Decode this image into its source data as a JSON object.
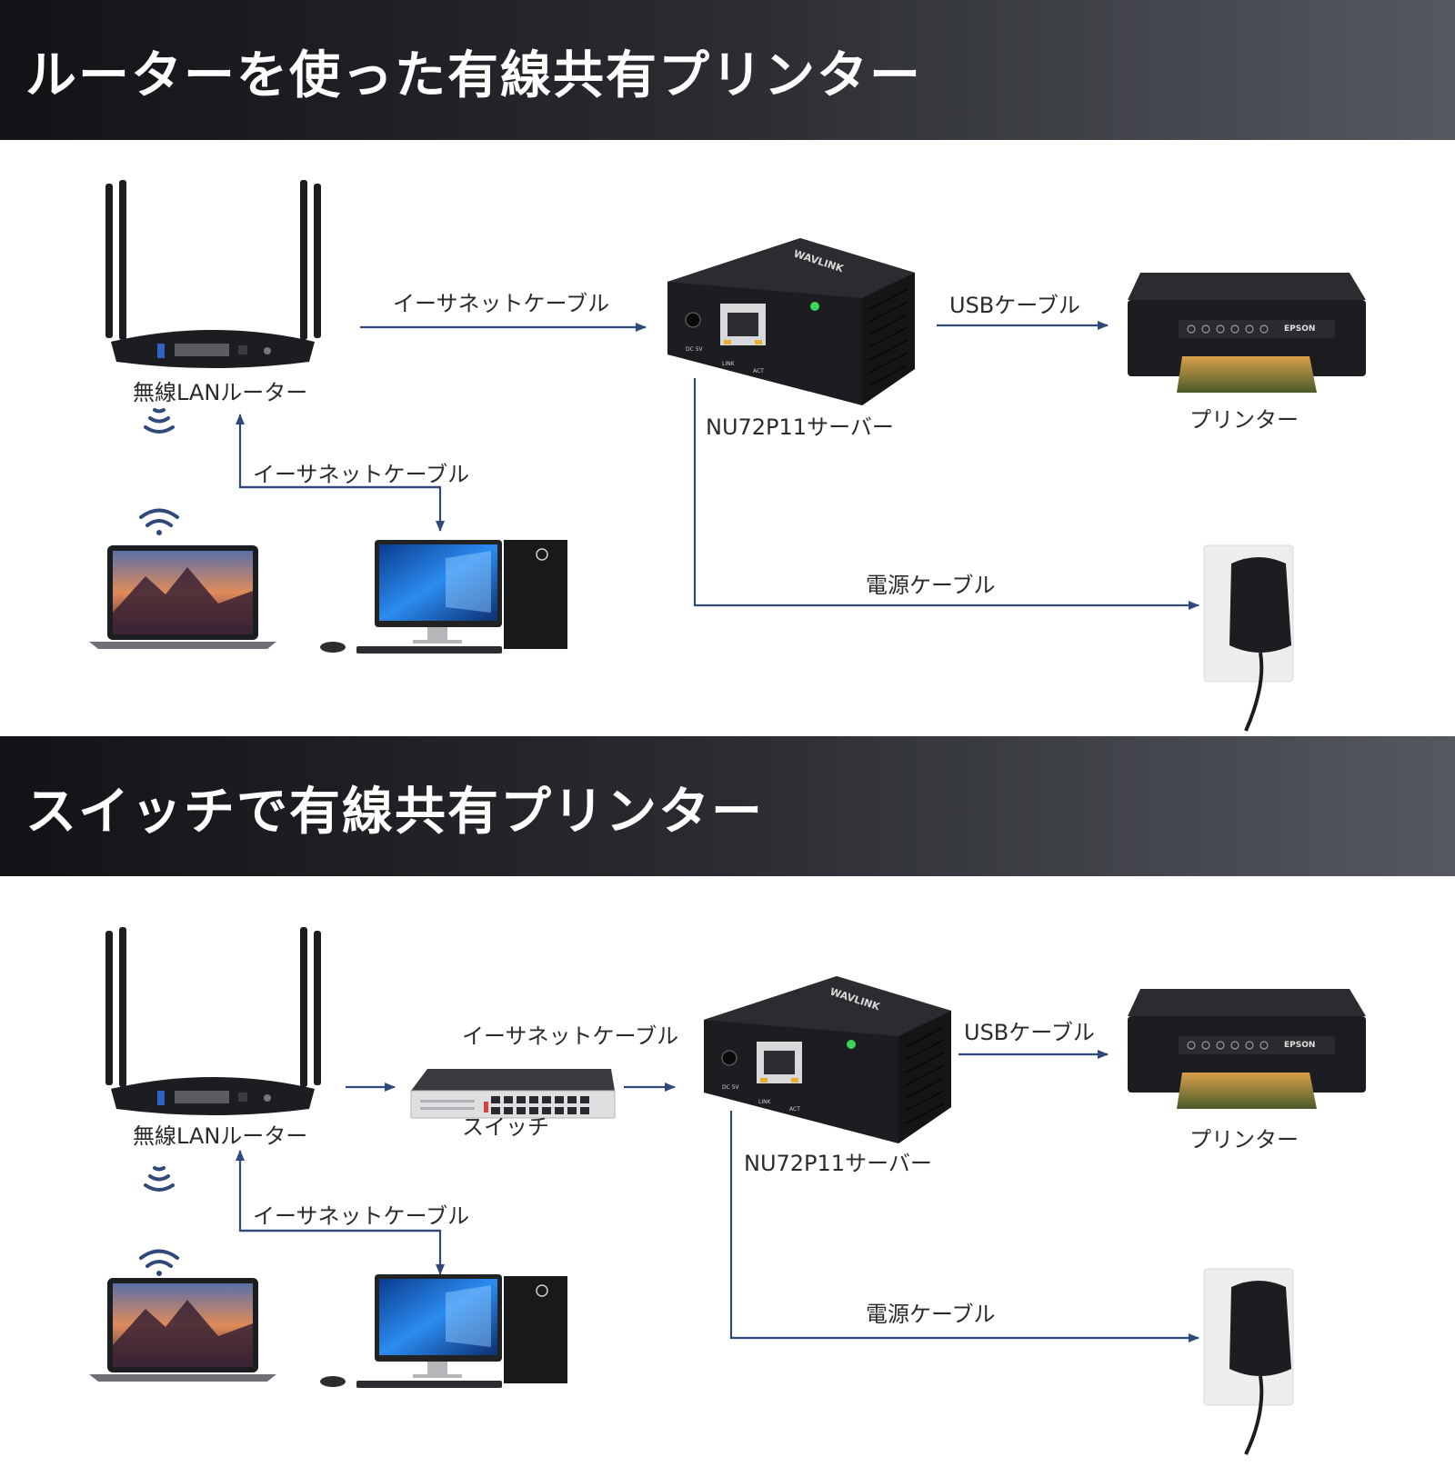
{
  "sections": [
    {
      "title": "ルーターを使った有線共有プリンター",
      "labels": {
        "router": "無線LANルーター",
        "server": "NU72P11サーバー",
        "printer": "プリンター",
        "eth_to_server": "イーサネットケーブル",
        "usb": "USBケーブル",
        "eth_to_pc": "イーサネットケーブル",
        "power": "電源ケーブル"
      }
    },
    {
      "title": "スイッチで有線共有プリンター",
      "labels": {
        "router": "無線LANルーター",
        "switch": "スイッチ",
        "server": "NU72P11サーバー",
        "printer": "プリンター",
        "eth_to_server": "イーサネットケーブル",
        "usb": "USBケーブル",
        "eth_to_pc": "イーサネットケーブル",
        "power": "電源ケーブル"
      }
    }
  ],
  "device_marks": {
    "server_brand": "WAVLINK",
    "server_port_labels": [
      "DC 5V",
      "LINK",
      "ACT"
    ],
    "printer_brand": "EPSON"
  },
  "colors": {
    "banner_dark": "#121317",
    "banner_light": "#55585e",
    "arrow": "#2f4a7a",
    "device": "#1c1d20",
    "led": "#3bd35a"
  },
  "icons": [
    "router-icon",
    "wifi-icon",
    "laptop-icon",
    "desktop-pc-icon",
    "print-server-icon",
    "printer-icon",
    "power-adapter-icon",
    "network-switch-icon",
    "arrow-icon"
  ]
}
